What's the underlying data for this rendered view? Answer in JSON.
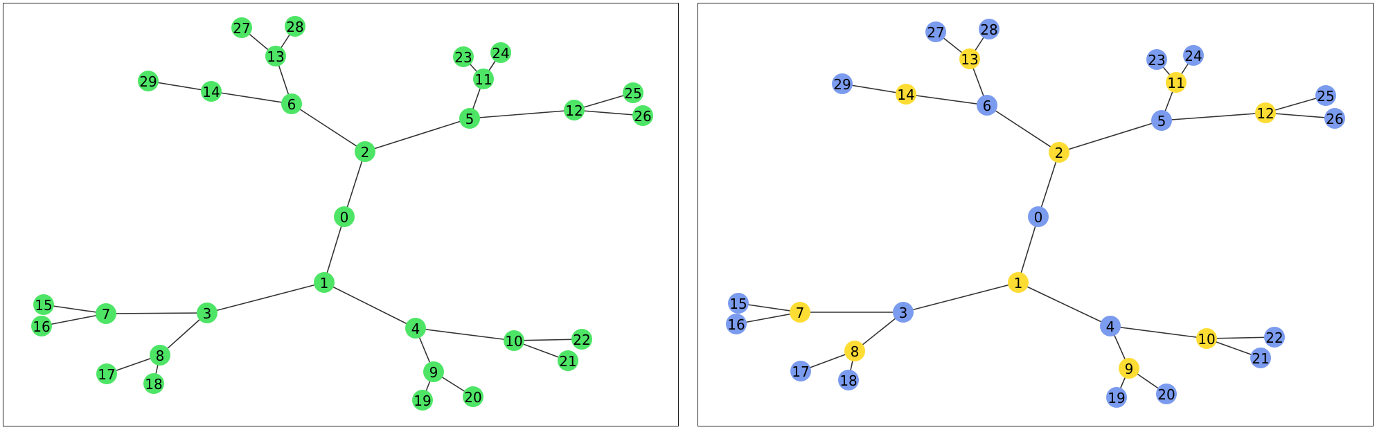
{
  "colors": {
    "green": "#4ee566",
    "blue": "#7b9bee",
    "yellow": "#fddd34",
    "edge": "#333333"
  },
  "graph": {
    "nodes": [
      "0",
      "1",
      "2",
      "3",
      "4",
      "5",
      "6",
      "7",
      "8",
      "9",
      "10",
      "11",
      "12",
      "13",
      "14",
      "15",
      "16",
      "17",
      "18",
      "19",
      "20",
      "21",
      "22",
      "23",
      "24",
      "25",
      "26",
      "27",
      "28",
      "29"
    ],
    "edges": [
      [
        "0",
        "1"
      ],
      [
        "0",
        "2"
      ],
      [
        "1",
        "3"
      ],
      [
        "1",
        "4"
      ],
      [
        "2",
        "5"
      ],
      [
        "2",
        "6"
      ],
      [
        "3",
        "7"
      ],
      [
        "3",
        "8"
      ],
      [
        "4",
        "9"
      ],
      [
        "4",
        "10"
      ],
      [
        "5",
        "11"
      ],
      [
        "5",
        "12"
      ],
      [
        "6",
        "13"
      ],
      [
        "6",
        "14"
      ],
      [
        "7",
        "15"
      ],
      [
        "7",
        "16"
      ],
      [
        "8",
        "17"
      ],
      [
        "8",
        "18"
      ],
      [
        "9",
        "19"
      ],
      [
        "9",
        "20"
      ],
      [
        "10",
        "21"
      ],
      [
        "10",
        "22"
      ],
      [
        "11",
        "23"
      ],
      [
        "11",
        "24"
      ],
      [
        "12",
        "25"
      ],
      [
        "12",
        "26"
      ],
      [
        "13",
        "27"
      ],
      [
        "13",
        "28"
      ],
      [
        "14",
        "29"
      ]
    ]
  },
  "panels": [
    {
      "id": "left",
      "node_colors": {
        "0": "green",
        "1": "green",
        "2": "green",
        "3": "green",
        "4": "green",
        "5": "green",
        "6": "green",
        "7": "green",
        "8": "green",
        "9": "green",
        "10": "green",
        "11": "green",
        "12": "green",
        "13": "green",
        "14": "green",
        "15": "green",
        "16": "green",
        "17": "green",
        "18": "green",
        "19": "green",
        "20": "green",
        "21": "green",
        "22": "green",
        "23": "green",
        "24": "green",
        "25": "green",
        "26": "green",
        "27": "green",
        "28": "green",
        "29": "green"
      }
    },
    {
      "id": "right",
      "node_colors": {
        "0": "blue",
        "1": "yellow",
        "2": "yellow",
        "3": "blue",
        "4": "blue",
        "5": "blue",
        "6": "blue",
        "7": "yellow",
        "8": "yellow",
        "9": "yellow",
        "10": "yellow",
        "11": "yellow",
        "12": "yellow",
        "13": "yellow",
        "14": "yellow",
        "15": "blue",
        "16": "blue",
        "17": "blue",
        "18": "blue",
        "19": "blue",
        "20": "blue",
        "21": "blue",
        "22": "blue",
        "23": "blue",
        "24": "blue",
        "25": "blue",
        "26": "blue",
        "27": "blue",
        "28": "blue",
        "29": "blue"
      }
    }
  ]
}
